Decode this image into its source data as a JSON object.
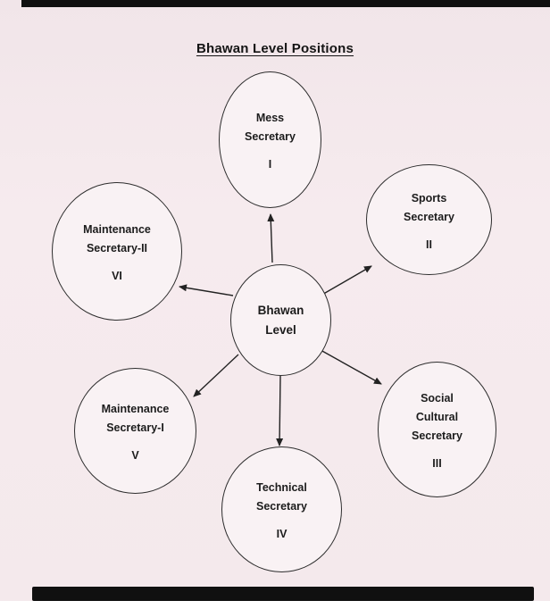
{
  "page": {
    "title": "Bhawan Level Positions"
  },
  "diagram": {
    "center": {
      "lines": [
        "Bhawan",
        "Level"
      ]
    },
    "nodes": {
      "mess": {
        "lines": [
          "Mess",
          "Secretary"
        ],
        "numeral": "I"
      },
      "sports": {
        "lines": [
          "Sports",
          "Secretary"
        ],
        "numeral": "II"
      },
      "social": {
        "lines": [
          "Social",
          "Cultural",
          "Secretary"
        ],
        "numeral": "III"
      },
      "technical": {
        "lines": [
          "Technical",
          "Secretary"
        ],
        "numeral": "IV"
      },
      "maintenance1": {
        "lines": [
          "Maintenance",
          "Secretary-I"
        ],
        "numeral": "V"
      },
      "maintenance2": {
        "lines": [
          "Maintenance",
          "Secretary-II"
        ],
        "numeral": "VI"
      }
    },
    "edges": [
      {
        "from": "Bhawan Level",
        "to": "Mess Secretary I"
      },
      {
        "from": "Bhawan Level",
        "to": "Sports Secretary II"
      },
      {
        "from": "Bhawan Level",
        "to": "Social Cultural Secretary III"
      },
      {
        "from": "Bhawan Level",
        "to": "Technical Secretary IV"
      },
      {
        "from": "Bhawan Level",
        "to": "Maintenance Secretary-I V"
      },
      {
        "from": "Bhawan Level",
        "to": "Maintenance Secretary-II VI"
      }
    ],
    "colors": {
      "paper": "#f4e9ec",
      "ink": "#1f1f1f",
      "ellipse_fill": "#f9f2f4"
    }
  }
}
